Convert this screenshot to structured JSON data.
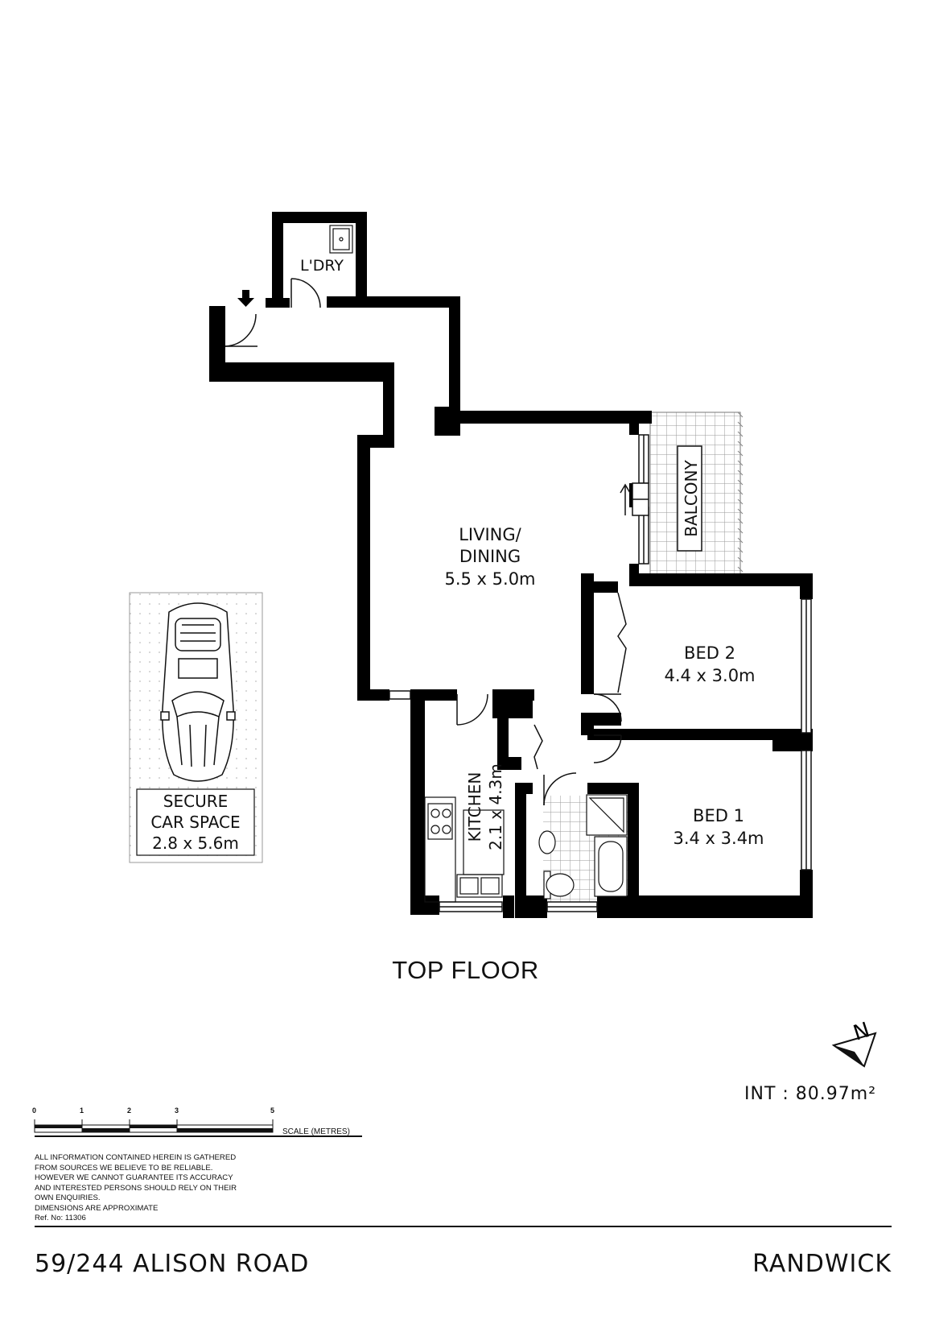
{
  "floor_label": "TOP FLOOR",
  "rooms": {
    "laundry": {
      "name": "L'DRY"
    },
    "living": {
      "name_line1": "LIVING/",
      "name_line2": "DINING",
      "dims": "5.5 x 5.0m"
    },
    "bed2": {
      "name": "BED 2",
      "dims": "4.4 x 3.0m"
    },
    "bed1": {
      "name": "BED 1",
      "dims": "3.4 x 3.4m"
    },
    "kitchen": {
      "name": "KITCHEN",
      "dims": "2.1 x 4.3m"
    },
    "balcony": {
      "name": "BALCONY"
    }
  },
  "car_space": {
    "line1": "SECURE",
    "line2": "CAR SPACE",
    "dims": "2.8 x 5.6m"
  },
  "north_label": "N",
  "internal_area": "INT : 80.97m²",
  "scale": {
    "ticks": [
      "0",
      "1",
      "2",
      "3",
      "5"
    ],
    "label": "SCALE (METRES)"
  },
  "disclaimer": [
    "ALL INFORMATION CONTAINED HEREIN IS GATHERED",
    "FROM SOURCES WE BELIEVE TO BE RELIABLE.",
    "HOWEVER WE CANNOT GUARANTEE ITS ACCURACY",
    "AND INTERESTED PERSONS SHOULD RELY ON THEIR",
    "OWN ENQUIRIES.",
    "DIMENSIONS ARE APPROXIMATE",
    "Ref. No: 11306"
  ],
  "address": "59/244 ALISON ROAD",
  "suburb": "RANDWICK",
  "colors": {
    "wall": "#000000",
    "ink": "#111111",
    "paper": "#ffffff",
    "grid": "#9a9a9a"
  }
}
